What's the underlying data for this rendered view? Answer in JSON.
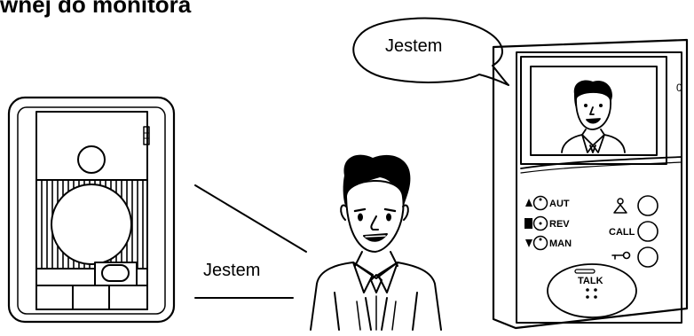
{
  "header": {
    "title": "wnej do monitora"
  },
  "speech_bubble": {
    "text": "Jestem"
  },
  "side_label": {
    "text": "Jestem"
  },
  "monitor": {
    "indicator": "0",
    "switches": [
      {
        "label": "AUT",
        "icon": "triangle-up-icon"
      },
      {
        "label": "REV",
        "icon": "door-icon"
      },
      {
        "label": "MAN",
        "icon": "triangle-down-icon"
      }
    ],
    "buttons": [
      {
        "label": "",
        "icon": "person-icon"
      },
      {
        "label": "CALL",
        "icon": ""
      },
      {
        "label": "",
        "icon": "key-icon"
      }
    ],
    "talk_label": "TALK"
  }
}
